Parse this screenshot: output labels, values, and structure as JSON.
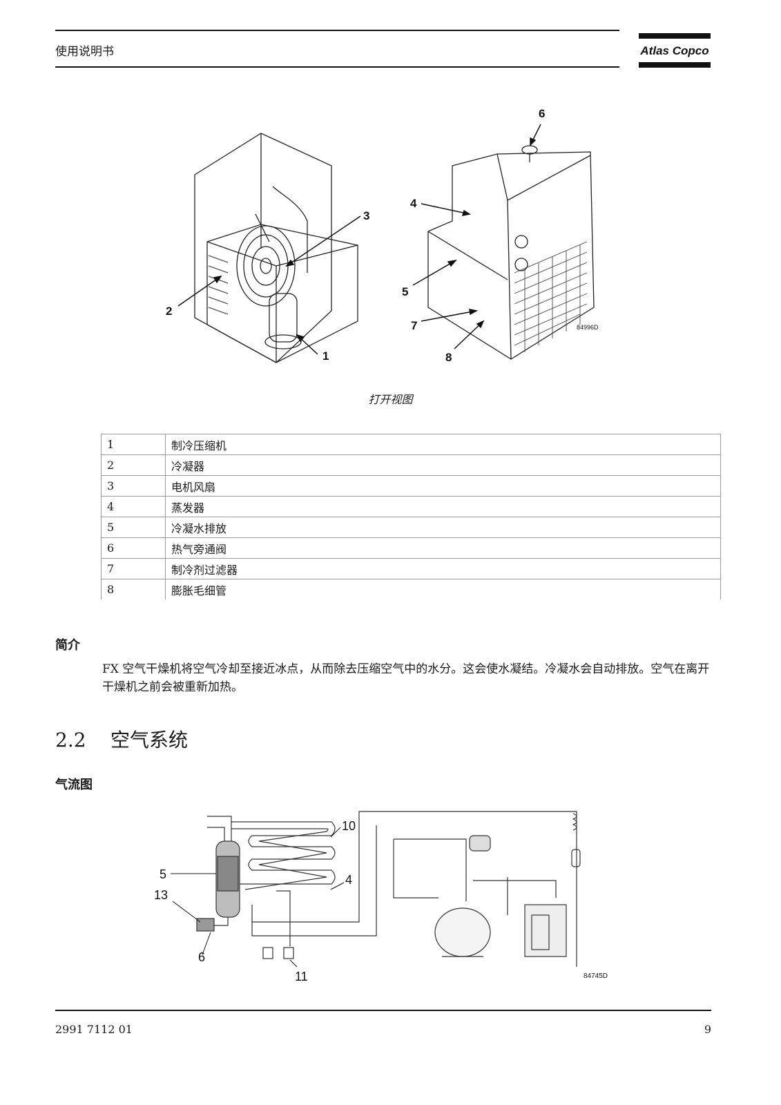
{
  "header": {
    "title": "使用说明书",
    "brand": "Atlas Copco"
  },
  "figure1": {
    "callouts": [
      "1",
      "2",
      "3",
      "4",
      "5",
      "6",
      "7",
      "8"
    ],
    "code": "84996D",
    "caption": "打开视图"
  },
  "parts_table": [
    {
      "num": "1",
      "name": "制冷压缩机"
    },
    {
      "num": "2",
      "name": "冷凝器"
    },
    {
      "num": "3",
      "name": "电机风扇"
    },
    {
      "num": "4",
      "name": "蒸发器"
    },
    {
      "num": "5",
      "name": "冷凝水排放"
    },
    {
      "num": "6",
      "name": "热气旁通阀"
    },
    {
      "num": "7",
      "name": "制冷剂过滤器"
    },
    {
      "num": "8",
      "name": "膨胀毛细管"
    }
  ],
  "intro": {
    "heading": "简介",
    "text": "FX 空气干燥机将空气冷却至接近冰点，从而除去压缩空气中的水分。这会使水凝结。冷凝水会自动排放。空气在离开干燥机之前会被重新加热。"
  },
  "section": {
    "number": "2.2",
    "title": "空气系统"
  },
  "airflow": {
    "heading": "气流图",
    "labels": [
      "10",
      "4",
      "5",
      "13",
      "6",
      "11"
    ],
    "code": "84745D"
  },
  "footer": {
    "doc_number": "2991 7112 01",
    "page": "9"
  }
}
